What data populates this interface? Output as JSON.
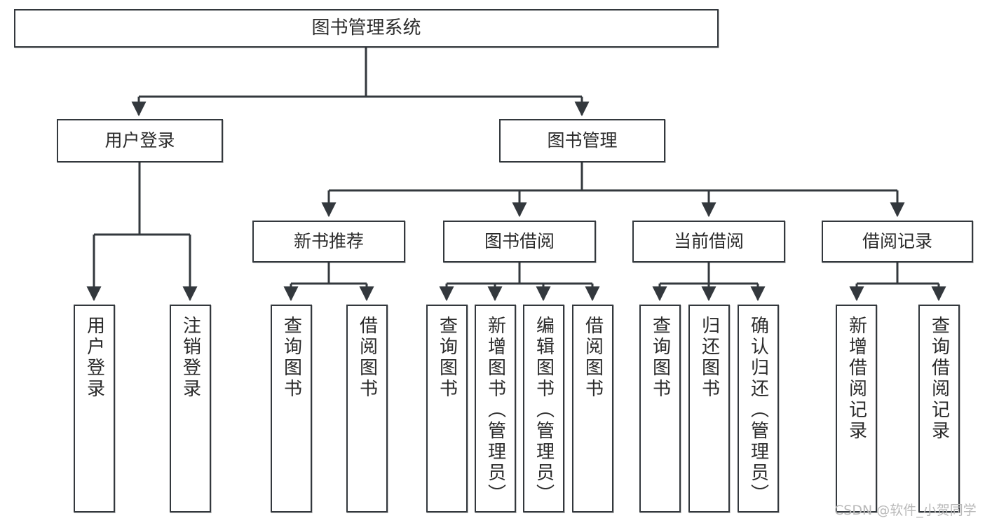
{
  "diagram": {
    "title": "图书管理系统",
    "type": "tree-hierarchy-chart",
    "watermark": "CSDN @软件_小贺同学",
    "stroke_color": "#33383d",
    "background_color": "#ffffff",
    "text_color": "#2b2b2b",
    "nodes": {
      "root": {
        "label": "图书管理系统"
      },
      "level1": [
        {
          "id": "user-login",
          "label": "用户登录"
        },
        {
          "id": "book-manage",
          "label": "图书管理"
        }
      ],
      "level2": [
        {
          "id": "new-book-recommend",
          "label": "新书推荐"
        },
        {
          "id": "book-borrow",
          "label": "图书借阅"
        },
        {
          "id": "current-borrow",
          "label": "当前借阅"
        },
        {
          "id": "borrow-record",
          "label": "借阅记录"
        }
      ],
      "leaves": {
        "user-login": [
          {
            "id": "leaf-user-login",
            "label": "用户登录"
          },
          {
            "id": "leaf-logout-login",
            "label": "注销登录"
          }
        ],
        "new-book-recommend": [
          {
            "id": "leaf-query-book-1",
            "label": "查询图书"
          },
          {
            "id": "leaf-borrow-book-1",
            "label": "借阅图书"
          }
        ],
        "book-borrow": [
          {
            "id": "leaf-query-book-2",
            "label": "查询图书"
          },
          {
            "id": "leaf-add-book",
            "label": "新增图书（管理员）"
          },
          {
            "id": "leaf-edit-book",
            "label": "编辑图书（管理员）"
          },
          {
            "id": "leaf-borrow-book-2",
            "label": "借阅图书"
          }
        ],
        "current-borrow": [
          {
            "id": "leaf-query-book-3",
            "label": "查询图书"
          },
          {
            "id": "leaf-return-book",
            "label": "归还图书"
          },
          {
            "id": "leaf-confirm-return",
            "label": "确认归还（管理员）"
          }
        ],
        "borrow-record": [
          {
            "id": "leaf-add-record",
            "label": "新增借阅记录"
          },
          {
            "id": "leaf-query-record",
            "label": "查询借阅记录"
          }
        ]
      }
    }
  }
}
